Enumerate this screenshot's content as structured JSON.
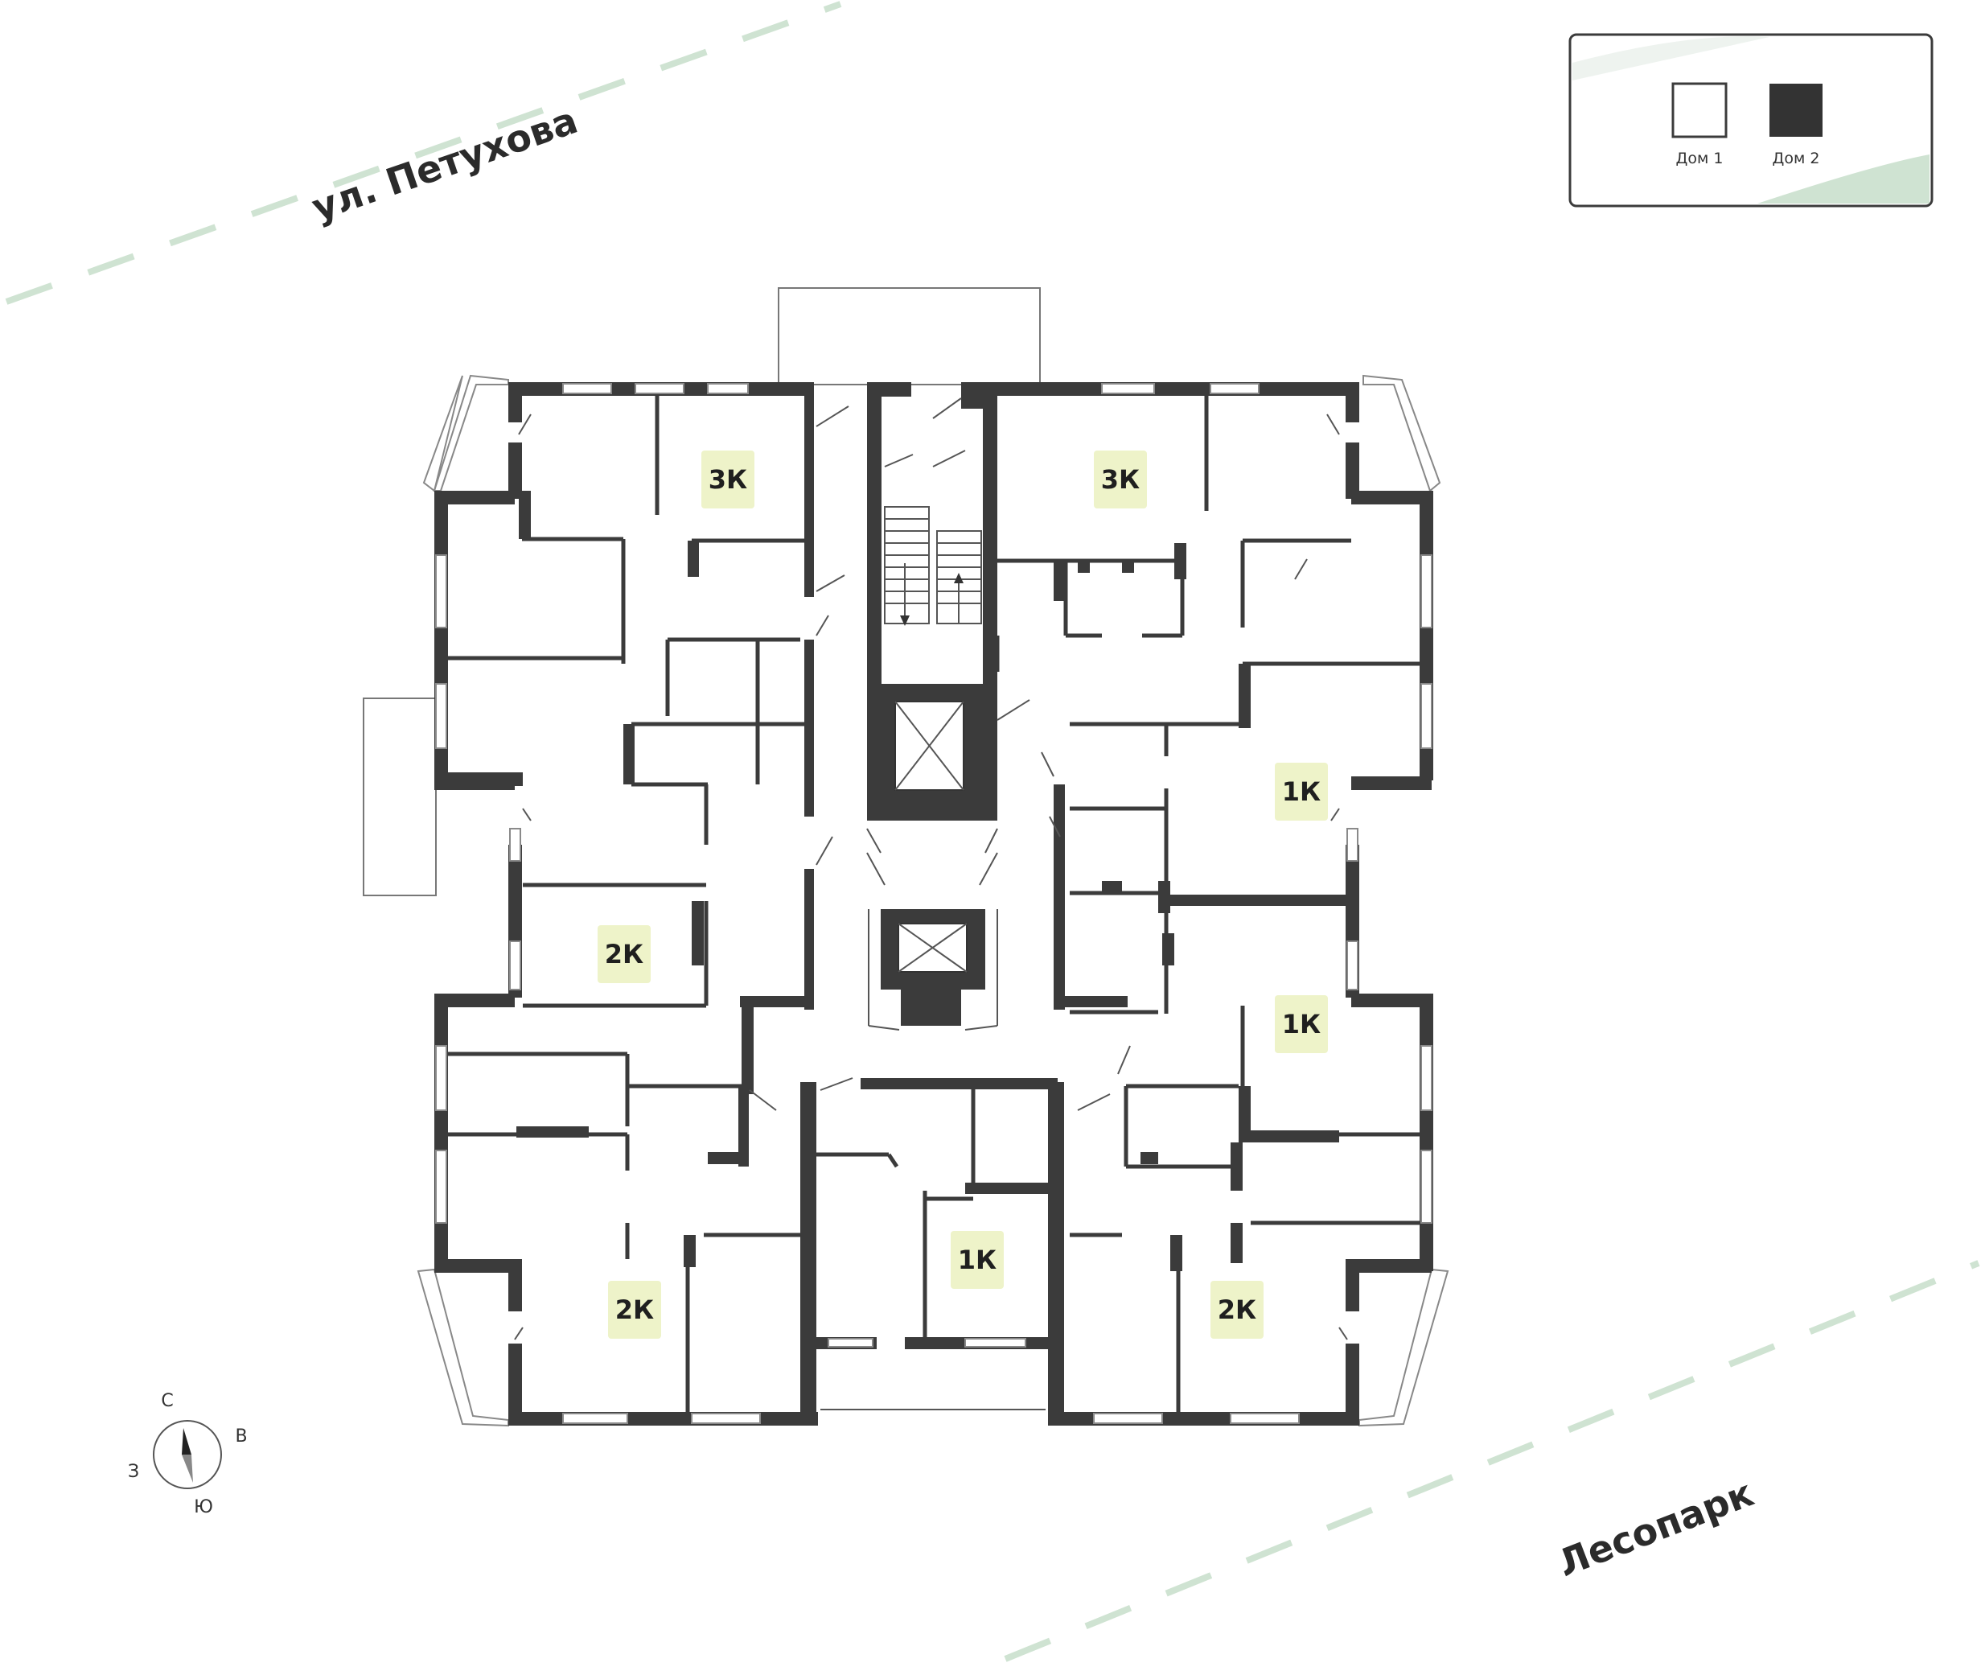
{
  "streets": {
    "north": "ул. Петухова",
    "south": "Лесопарк"
  },
  "legend": {
    "items": [
      {
        "label": "Дом 1",
        "swatch_color": "#ffffff"
      },
      {
        "label": "Дом 2",
        "swatch_color": "#333333"
      }
    ],
    "accent_color": "#cfe3d2"
  },
  "compass": {
    "north": "С",
    "east": "В",
    "south": "Ю",
    "west": "З"
  },
  "apartments": [
    {
      "id": "nw",
      "label": "3К"
    },
    {
      "id": "ne",
      "label": "3К"
    },
    {
      "id": "e-upper",
      "label": "1К"
    },
    {
      "id": "w-middle",
      "label": "2К"
    },
    {
      "id": "e-lower",
      "label": "1К"
    },
    {
      "id": "s-center",
      "label": "1К"
    },
    {
      "id": "sw",
      "label": "2К"
    },
    {
      "id": "se",
      "label": "2К"
    }
  ],
  "colors": {
    "wall": "#3b3b3b",
    "badge": "#eef3c9",
    "path_dash": "#cfe3d2"
  }
}
